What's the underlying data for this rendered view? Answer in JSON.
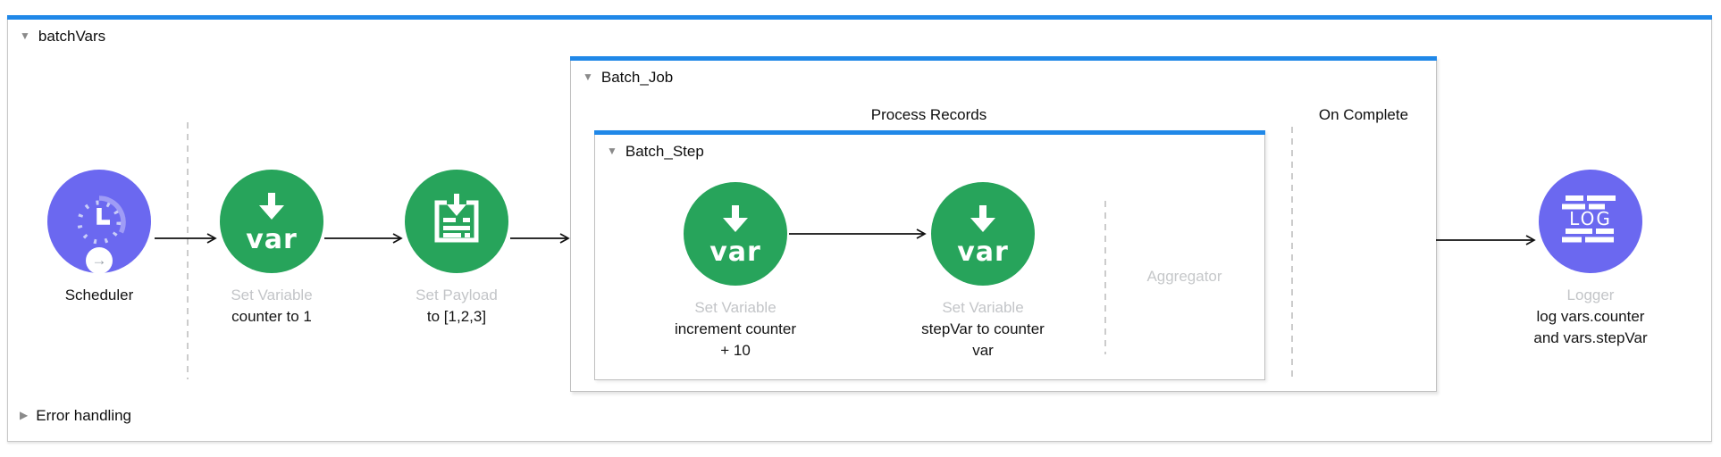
{
  "ui": {
    "collapse_down": "▼",
    "collapse_right": "▶",
    "badge_arrow": "→"
  },
  "colors": {
    "accent_blue": "#2088e8",
    "connector_purple": "#6b68f0",
    "processor_green": "#27a45b",
    "muted_label_gray": "#c3c5c8"
  },
  "flow": {
    "title": "batchVars",
    "error_handling_label": "Error handling"
  },
  "scheduler": {
    "name": "Scheduler"
  },
  "set_variable_counter": {
    "type": "Set Variable",
    "lines": [
      "counter to 1"
    ]
  },
  "set_payload": {
    "type": "Set Payload",
    "lines": [
      "to [1,2,3]"
    ]
  },
  "batch_job": {
    "title": "Batch_Job",
    "process_records_label": "Process Records",
    "on_complete_label": "On Complete",
    "batch_step": {
      "title": "Batch_Step",
      "set_variable_increment": {
        "type": "Set Variable",
        "lines": [
          "increment counter",
          "+ 10"
        ]
      },
      "set_variable_stepvar": {
        "type": "Set Variable",
        "lines": [
          "stepVar to counter",
          "var"
        ]
      },
      "aggregator_label": "Aggregator"
    }
  },
  "logger": {
    "type": "Logger",
    "lines": [
      "log vars.counter",
      "and vars.stepVar"
    ],
    "icon_text": "LOG"
  },
  "icons": {
    "var_label": "var"
  }
}
